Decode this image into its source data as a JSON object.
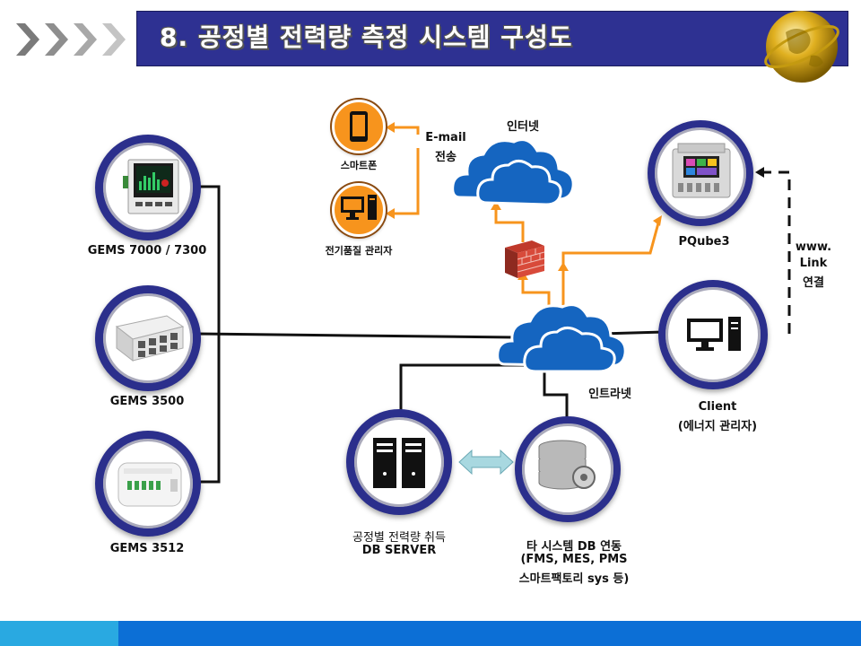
{
  "header": {
    "title": "8. 공정별 전력량 측정 시스템 구성도"
  },
  "devices": {
    "gems7000": "GEMS 7000  /  7300",
    "gems3500": "GEMS 3500",
    "gems3512": "GEMS 3512"
  },
  "notify": {
    "smartphone": "스마트폰",
    "manager": "전기품질 관리자",
    "email_line1": "E-mail",
    "email_line2": "전송"
  },
  "network": {
    "internet": "인터넷",
    "intranet": "인트라넷",
    "www_line1": "www.",
    "www_line2": "Link",
    "www_line3": "연결"
  },
  "pqube": {
    "label": "PQube3"
  },
  "client": {
    "line1": "Client",
    "line2": "(에너지 관리자)"
  },
  "dbserver": {
    "line1": "공정별 전력량 취득",
    "line2": "DB SERVER"
  },
  "othersys": {
    "line1": "타 시스템 DB 연동",
    "line2": "(FMS, MES, PMS",
    "line3": "스마트팩토리 sys 등)"
  },
  "colors": {
    "header_bg": "#2e3192",
    "ring": "#2b2f8c",
    "orange": "#f7941d",
    "cloud": "#1565c0",
    "footer_light": "#29a9e1",
    "footer_dark": "#0c6fd6"
  },
  "icons": [
    "chevron-arrows-icon",
    "globe-icon",
    "smartphone-icon",
    "monitor-icon",
    "cloud-icon",
    "firewall-icon",
    "server-icon",
    "database-icon",
    "double-arrow-icon"
  ]
}
